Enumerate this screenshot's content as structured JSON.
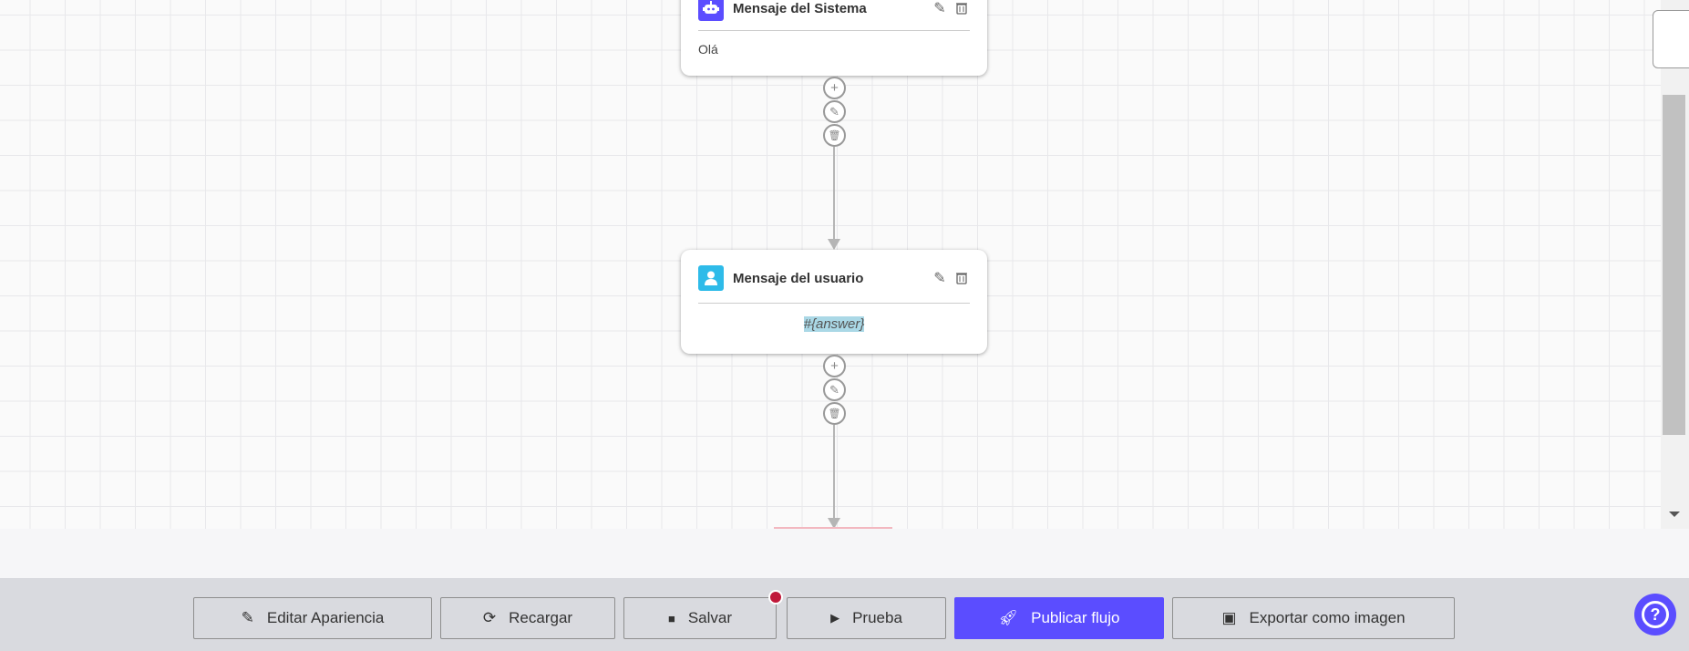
{
  "nodes": [
    {
      "title": "Mensaje del Sistema",
      "body": "Olá",
      "icon": "robot-icon",
      "icon_color": "#5b4dff"
    },
    {
      "title": "Mensaje del usuario",
      "body": "#{answer}",
      "icon": "user-icon",
      "icon_color": "#2ebbe9"
    }
  ],
  "toolbar": {
    "edit_appearance": "Editar Apariencia",
    "reload": "Recargar",
    "save": "Salvar",
    "test": "Prueba",
    "publish": "Publicar flujo",
    "export": "Exportar como imagen"
  },
  "colors": {
    "accent": "#5b4dff",
    "unsaved_dot": "#c0183a",
    "highlight": "#aad8e6"
  }
}
